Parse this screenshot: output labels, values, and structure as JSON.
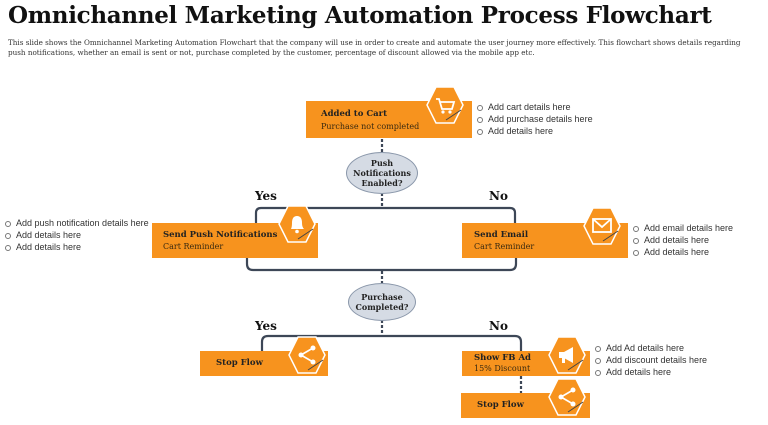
{
  "title": "Omnichannel Marketing Automation Process Flowchart",
  "subtitle": "This slide shows the Omnichannel Marketing Automation Flowchart that the company will use in order to create and automate the user journey more effectively. This flowchart shows details regarding push notifications, whether an email is sent or not, purchase completed by the customer, percentage of discount allowed via the mobile app etc.",
  "colors": {
    "accent": "#f7931e",
    "decision_fill": "#d5dbe4",
    "connector": "#3d4757"
  },
  "nodes": {
    "added_to_cart": {
      "title": "Added to Cart",
      "sub": "Purchase not completed",
      "icon": "shopping-cart-icon"
    },
    "push_decision": {
      "line1": "Push",
      "line2": "Notifications",
      "line3": "Enabled?"
    },
    "send_push": {
      "title": "Send Push Notifications",
      "sub": "Cart Reminder",
      "icon": "bell-icon"
    },
    "send_email": {
      "title": "Send Email",
      "sub": "Cart Reminder",
      "icon": "envelope-icon"
    },
    "purchase_decision": {
      "line1": "Purchase",
      "line2": "Completed?"
    },
    "stop_flow_left": {
      "title": "Stop Flow",
      "icon": "share-icon"
    },
    "show_fb_ad": {
      "title": "Show FB Ad",
      "sub": "15% Discount",
      "icon": "megaphone-icon"
    },
    "stop_flow_bottom": {
      "title": "Stop Flow",
      "icon": "share-icon"
    }
  },
  "labels": {
    "yes": "Yes",
    "no": "No"
  },
  "bullets": {
    "cart": [
      "Add cart details here",
      "Add purchase details here",
      "Add details here"
    ],
    "push": [
      "Add push notification details here",
      "Add details here",
      "Add details here"
    ],
    "email": [
      "Add email details here",
      "Add details here",
      "Add details here"
    ],
    "ad": [
      "Add Ad details here",
      "Add discount details here",
      "Add details here"
    ]
  }
}
